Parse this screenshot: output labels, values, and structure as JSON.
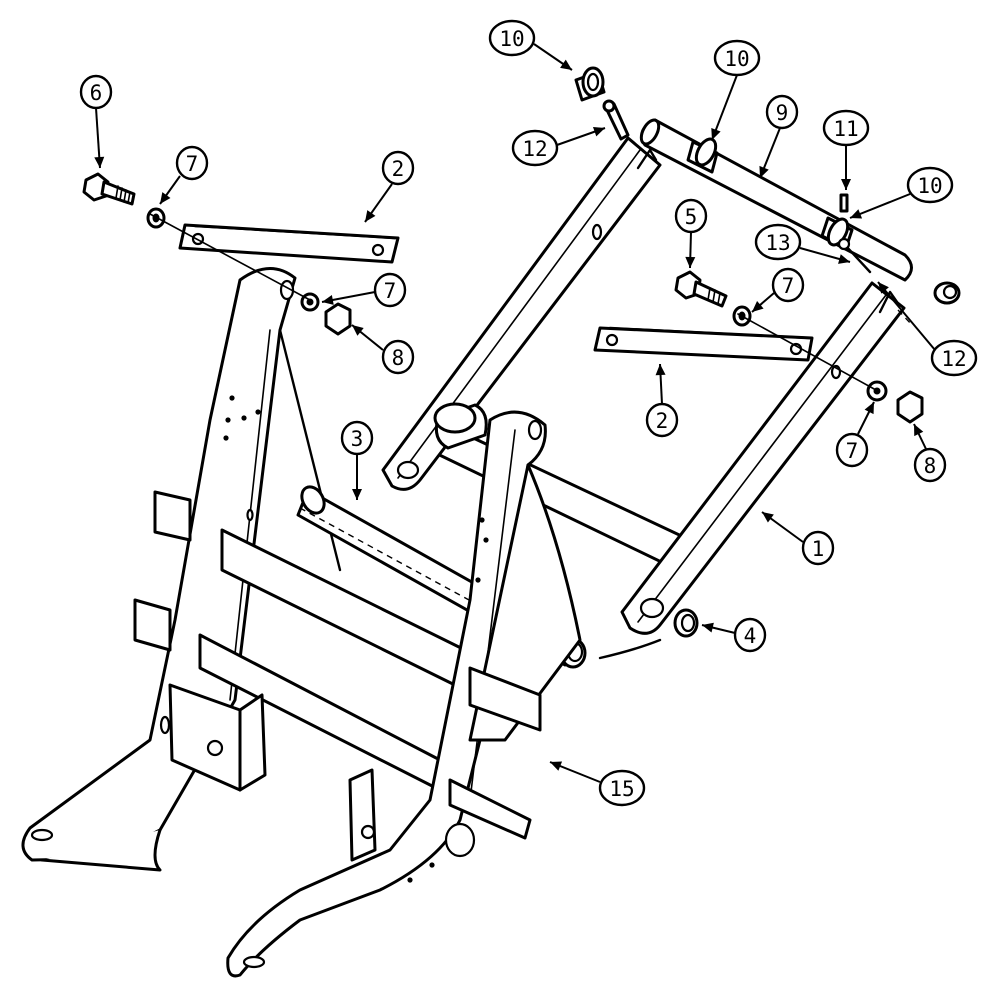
{
  "callouts": [
    {
      "id": "c-10a",
      "label": "10"
    },
    {
      "id": "c-10b",
      "label": "10"
    },
    {
      "id": "c-10c",
      "label": "10"
    },
    {
      "id": "c-9",
      "label": "9"
    },
    {
      "id": "c-11",
      "label": "11"
    },
    {
      "id": "c-12a",
      "label": "12"
    },
    {
      "id": "c-12b",
      "label": "12"
    },
    {
      "id": "c-13",
      "label": "13"
    },
    {
      "id": "c-6",
      "label": "6"
    },
    {
      "id": "c-7a",
      "label": "7"
    },
    {
      "id": "c-7b",
      "label": "7"
    },
    {
      "id": "c-7c",
      "label": "7"
    },
    {
      "id": "c-7d",
      "label": "7"
    },
    {
      "id": "c-2a",
      "label": "2"
    },
    {
      "id": "c-2b",
      "label": "2"
    },
    {
      "id": "c-5",
      "label": "5"
    },
    {
      "id": "c-8a",
      "label": "8"
    },
    {
      "id": "c-8b",
      "label": "8"
    },
    {
      "id": "c-3",
      "label": "3"
    },
    {
      "id": "c-1",
      "label": "1"
    },
    {
      "id": "c-4",
      "label": "4"
    },
    {
      "id": "c-15",
      "label": "15"
    }
  ]
}
